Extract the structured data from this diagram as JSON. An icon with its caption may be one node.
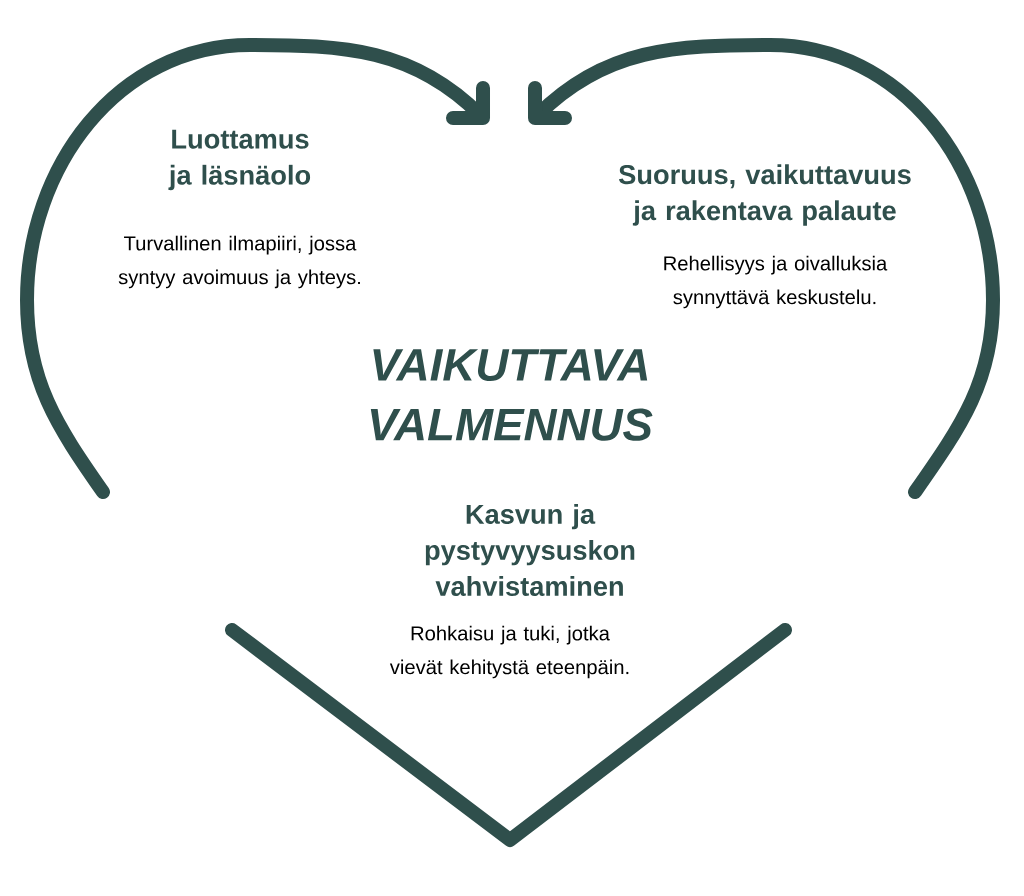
{
  "diagram": {
    "title": "VAIKUTTAVA VALMENNUS",
    "labels": [
      "Luottamus ja läsnäolo",
      "Turvallinen ilmapiiri, jossa syntyy avoimuus ja yhteys.",
      "Suoruus, vaikuttavuus ja rakentava palaute",
      "Rehellisyys ja oivalluksia synnyttävä keskustelu.",
      "Kasvun ja pystyvyysuskon vahvistaminen",
      "Rohkaisu ja tuki, jotka vievät kehitystä eteenpäin."
    ]
  }
}
